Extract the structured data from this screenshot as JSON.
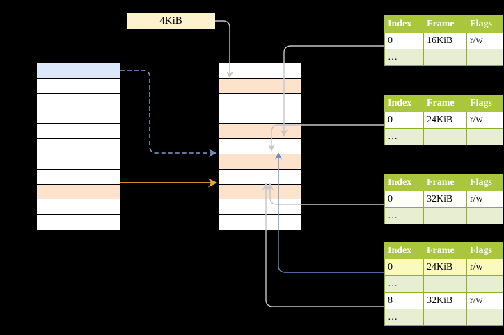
{
  "diagram": {
    "title": "multi-level page table address translation",
    "colors": {
      "header_green": "#A9C63C",
      "alt_row": "#E8EED2",
      "highlight_yellow": "#FAFABE",
      "blue_cell": "#DCE8FA",
      "orange_cell": "#FDE3CC",
      "label_box": "#FDF1CE",
      "orange_arrow": "#E8A33D",
      "blue_arrow": "#6B8DC4",
      "gray_arrow": "#C8C8C8"
    }
  },
  "label_box": {
    "text": "4KiB"
  },
  "left_column": {
    "name": "virtual-address-space",
    "rows": [
      {
        "fill": "blue"
      },
      {
        "fill": "white"
      },
      {
        "fill": "white"
      },
      {
        "fill": "white"
      },
      {
        "fill": "white"
      },
      {
        "fill": "white"
      },
      {
        "fill": "white"
      },
      {
        "fill": "white"
      },
      {
        "fill": "orange"
      },
      {
        "fill": "white"
      },
      {
        "fill": "white"
      }
    ]
  },
  "middle_column": {
    "name": "physical-memory",
    "rows": [
      {
        "fill": "white"
      },
      {
        "fill": "orange"
      },
      {
        "fill": "white"
      },
      {
        "fill": "white"
      },
      {
        "fill": "orange"
      },
      {
        "fill": "white"
      },
      {
        "fill": "orange"
      },
      {
        "fill": "white"
      },
      {
        "fill": "orange"
      },
      {
        "fill": "white"
      },
      {
        "fill": "white"
      }
    ]
  },
  "tables": [
    {
      "name": "page-table-1",
      "headers": [
        "Index",
        "Frame",
        "Flags"
      ],
      "rows": [
        {
          "cells": [
            "0",
            "16KiB",
            "r/w"
          ],
          "style": "normal"
        },
        {
          "cells": [
            "…",
            "",
            ""
          ],
          "style": "alt"
        }
      ]
    },
    {
      "name": "page-table-2",
      "headers": [
        "Index",
        "Frame",
        "Flags"
      ],
      "rows": [
        {
          "cells": [
            "0",
            "24KiB",
            "r/w"
          ],
          "style": "normal"
        },
        {
          "cells": [
            "…",
            "",
            ""
          ],
          "style": "alt"
        }
      ]
    },
    {
      "name": "page-table-3",
      "headers": [
        "Index",
        "Frame",
        "Flags"
      ],
      "rows": [
        {
          "cells": [
            "0",
            "32KiB",
            "r/w"
          ],
          "style": "normal"
        },
        {
          "cells": [
            "…",
            "",
            ""
          ],
          "style": "alt"
        }
      ]
    },
    {
      "name": "page-table-4",
      "headers": [
        "Index",
        "Frame",
        "Flags"
      ],
      "rows": [
        {
          "cells": [
            "0",
            "24KiB",
            "r/w"
          ],
          "style": "highlight"
        },
        {
          "cells": [
            "…",
            "",
            ""
          ],
          "style": "alt"
        },
        {
          "cells": [
            "8",
            "32KiB",
            "r/w"
          ],
          "style": "normal"
        },
        {
          "cells": [
            "…",
            "",
            ""
          ],
          "style": "alt"
        }
      ]
    }
  ]
}
